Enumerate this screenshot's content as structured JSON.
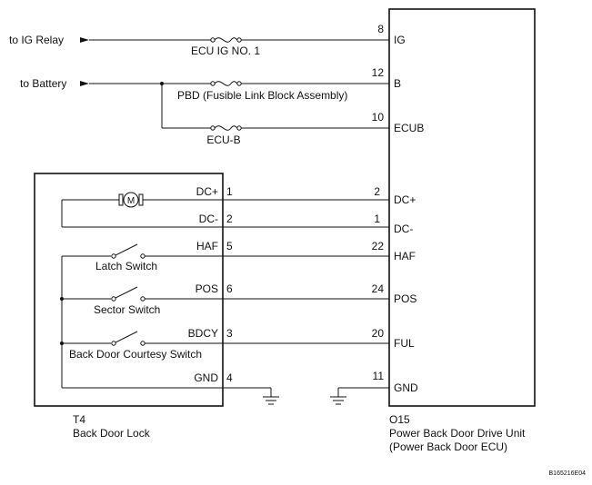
{
  "external": {
    "ig_relay": "to IG Relay",
    "battery": "to Battery"
  },
  "fuses": {
    "ecu_ig": "ECU IG NO. 1",
    "pbd": "PBD (Fusible Link Block Assembly)",
    "ecu_b": "ECU-B"
  },
  "ecu": {
    "code": "O15",
    "name": "Power Back Door Drive Unit",
    "subname": "(Power Back Door ECU)",
    "pins": [
      {
        "num": "8",
        "label": "IG"
      },
      {
        "num": "12",
        "label": "B"
      },
      {
        "num": "10",
        "label": "ECUB"
      },
      {
        "num": "2",
        "label": "DC+"
      },
      {
        "num": "1",
        "label": "DC-"
      },
      {
        "num": "22",
        "label": "HAF"
      },
      {
        "num": "24",
        "label": "POS"
      },
      {
        "num": "20",
        "label": "FUL"
      },
      {
        "num": "11",
        "label": "GND"
      }
    ]
  },
  "lock": {
    "code": "T4",
    "name": "Back Door Lock",
    "pins": [
      {
        "num": "1",
        "label": "DC+"
      },
      {
        "num": "2",
        "label": "DC-"
      },
      {
        "num": "5",
        "label": "HAF"
      },
      {
        "num": "6",
        "label": "POS"
      },
      {
        "num": "3",
        "label": "BDCY"
      },
      {
        "num": "4",
        "label": "GND"
      }
    ],
    "motor_symbol": "M",
    "switches": {
      "latch": "Latch Switch",
      "sector": "Sector Switch",
      "courtesy": "Back Door Courtesy Switch"
    }
  },
  "figure_id": "B165216E04"
}
